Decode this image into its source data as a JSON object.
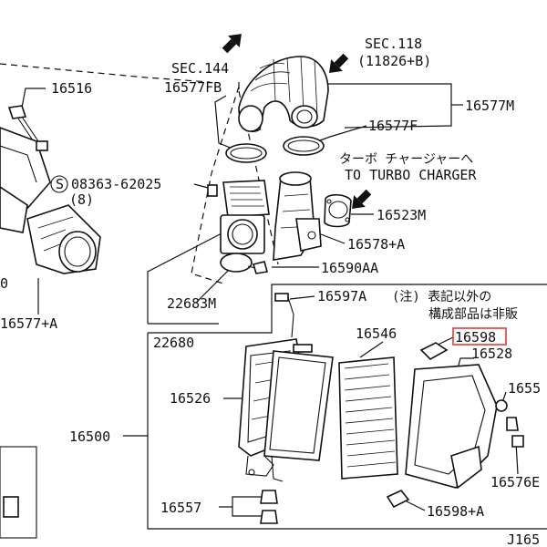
{
  "labels": {
    "p16516": "16516",
    "sec144": "SEC.144",
    "p16577fb": "16577FB",
    "sec118": "SEC.118",
    "sec118_sub": "(11826+B)",
    "p16577m": "16577M",
    "p16577f": "16577F",
    "turbo_jp": "ターボ チャージャーへ",
    "turbo_en": "TO TURBO CHARGER",
    "bolt_code": "08363-62025",
    "bolt_qty": "(8)",
    "bolt_symbol": "S",
    "p16523m": "16523M",
    "p16578a": "16578+A",
    "p16590aa": "16590AA",
    "p22683m": "22683M",
    "p22680": "22680",
    "p16577a": "16577+A",
    "left_zero": "0",
    "p16597a": "16597A",
    "note_line1": "(注) 表記以外の",
    "note_line2": "構成部品は非販",
    "p16546": "16546",
    "p16598": "16598",
    "p16528": "16528",
    "p1655_partial": "1655",
    "p16526": "16526",
    "p16500": "16500",
    "p16557": "16557",
    "p16576_partial": "16576E",
    "p16598a": "16598+A",
    "footer": "J165"
  },
  "highlight": {
    "target": "16598",
    "color": "#e23b3b"
  }
}
